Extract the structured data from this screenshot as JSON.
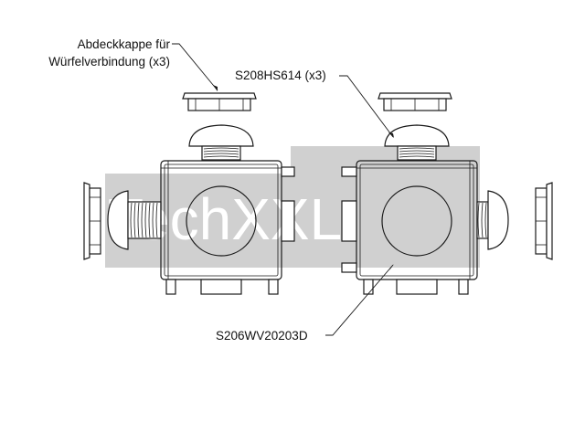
{
  "labels": {
    "cap_line1": "Abdeckkappe für",
    "cap_line2": "Würfelverbindung (x3)",
    "screw": "S208HS614 (x3)",
    "cube": "S206WV20203D"
  },
  "watermark": {
    "text": "TechXXL",
    "band_color": "#d0d0d0",
    "text_color": "#ffffff"
  },
  "colors": {
    "line": "#1a1a1a",
    "background": "#ffffff"
  }
}
